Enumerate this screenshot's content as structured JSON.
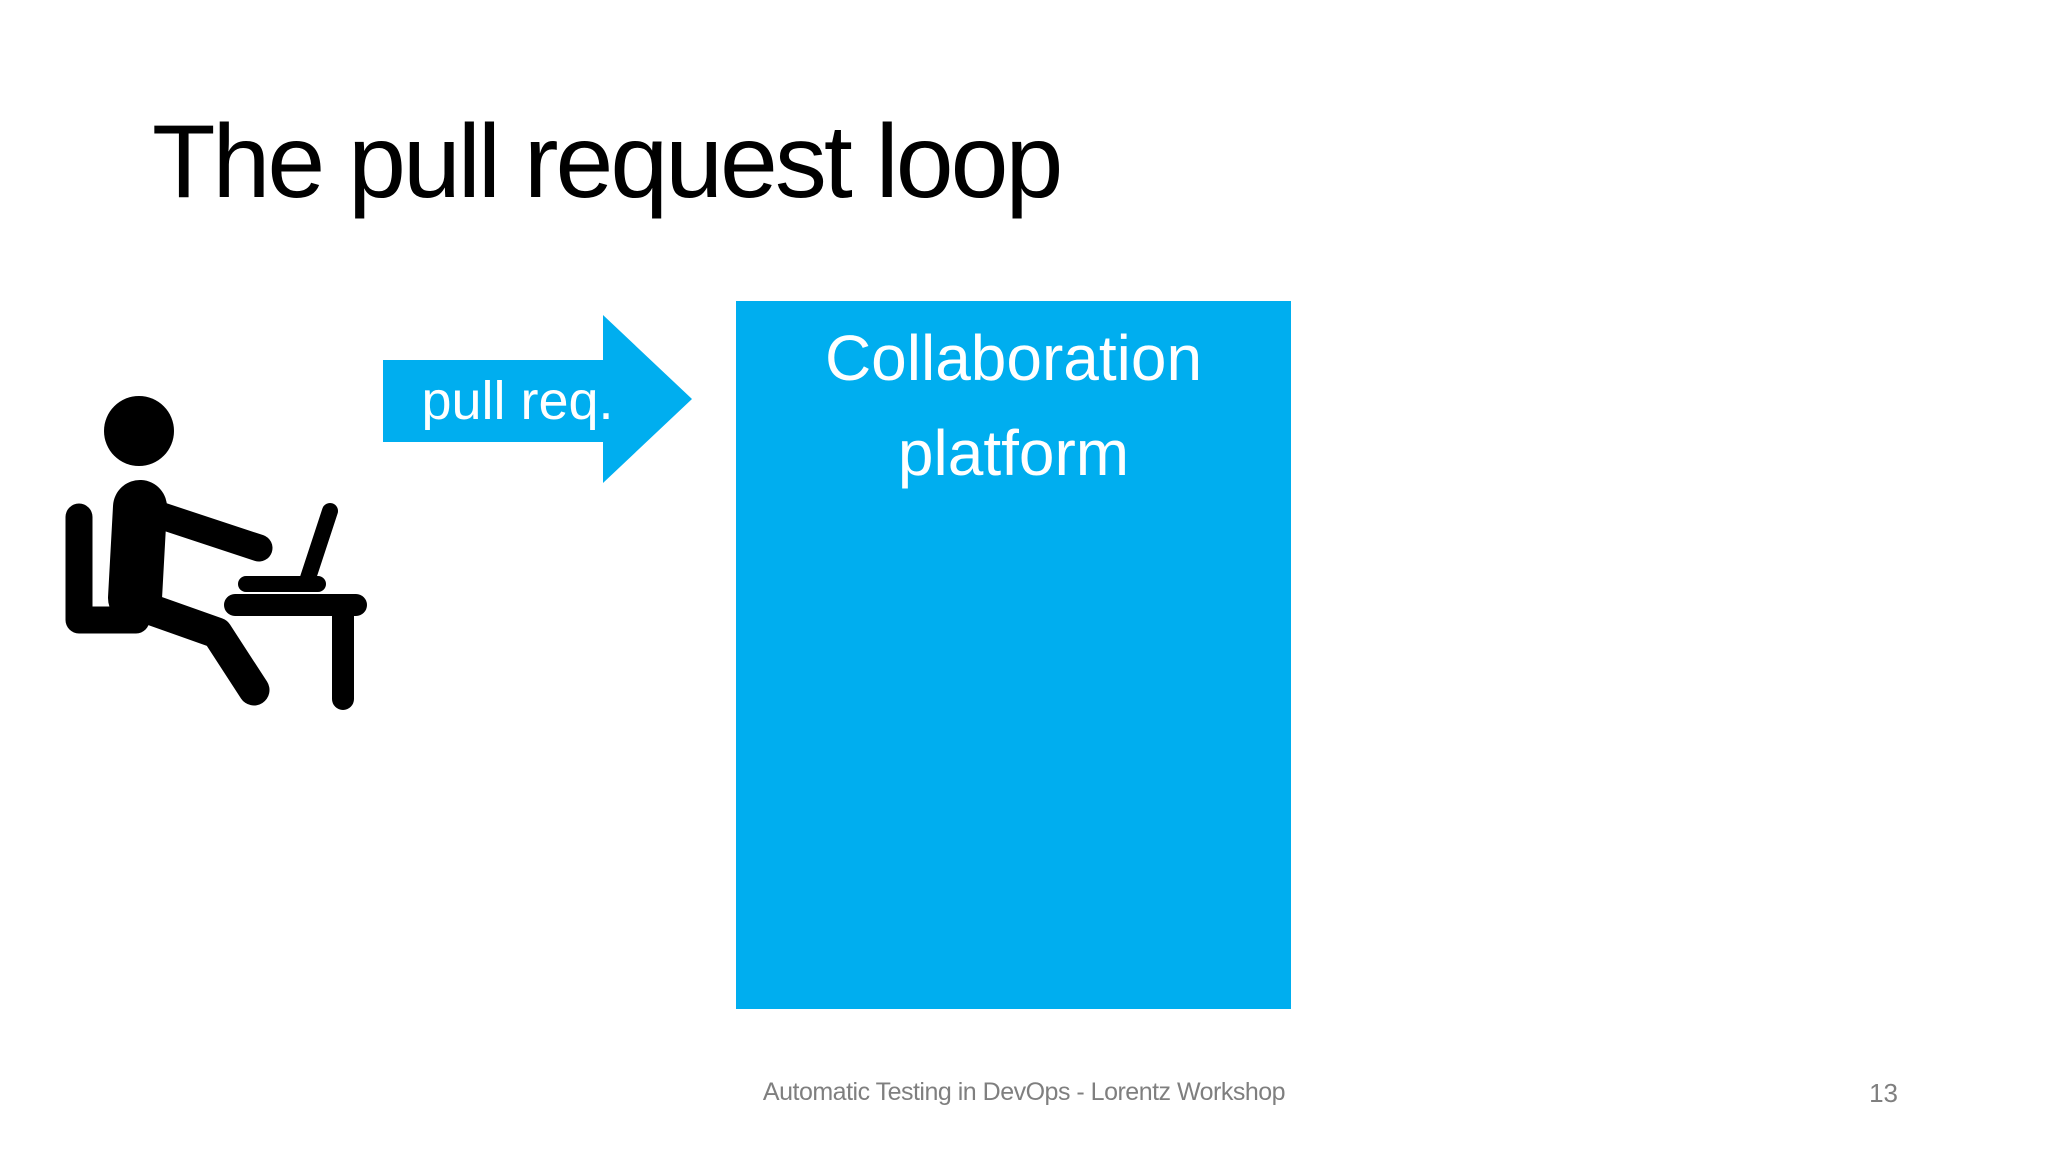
{
  "slide": {
    "title": "The pull request loop",
    "diagram": {
      "developer_icon": "person-working-at-desk-icon",
      "arrow": {
        "label": "pull req.",
        "direction": "right"
      },
      "platform": {
        "label": "Collaboration platform"
      }
    },
    "footer": {
      "text": "Automatic Testing in DevOps - Lorentz Workshop",
      "page_number": "13"
    },
    "colors": {
      "accent_blue": "#00AEEF",
      "icon_black": "#000000",
      "text_black": "#000000",
      "footer_gray": "#7F7F7F",
      "label_white": "#FFFFFF",
      "background": "#FFFFFF"
    }
  }
}
